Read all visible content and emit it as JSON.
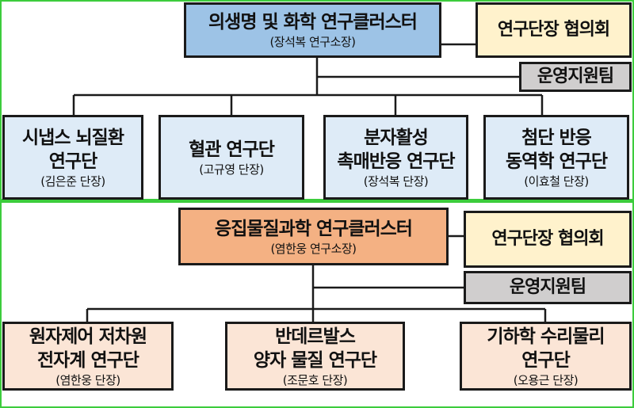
{
  "clusters": [
    {
      "name": "의생명 및 화학 연구클러스터",
      "director": "(장석복 연구소장)",
      "council": "연구단장 협의회",
      "support_team": "운영지원팀",
      "groups": [
        {
          "name": "시냅스 뇌질환\n연구단",
          "leader": "(김은준 단장)"
        },
        {
          "name": "혈관 연구단",
          "leader": "(고규영 단장)"
        },
        {
          "name": "분자활성\n촉매반응 연구단",
          "leader": "(장석복 단장)"
        },
        {
          "name": "첨단 반응\n동역학 연구단",
          "leader": "(이효철 단장)"
        }
      ]
    },
    {
      "name": "응집물질과학 연구클러스터",
      "director": "(염한웅 연구소장)",
      "council": "연구단장 협의회",
      "support_team": "운영지원팀",
      "groups": [
        {
          "name": "원자제어 저차원\n전자계 연구단",
          "leader": "(염한웅 단장)"
        },
        {
          "name": "반데르발스\n양자 물질 연구단",
          "leader": "(조문호 단장)"
        },
        {
          "name": "기하학 수리물리\n연구단",
          "leader": "(오용근 단장)"
        }
      ]
    }
  ],
  "colors": {
    "border": "#3ccc3c",
    "cluster1": "#9dc3e6",
    "group1": "#deebf7",
    "cluster2": "#f4b183",
    "group2": "#fbe5d6",
    "council": "#fff2cc",
    "team": "#d0cece"
  }
}
